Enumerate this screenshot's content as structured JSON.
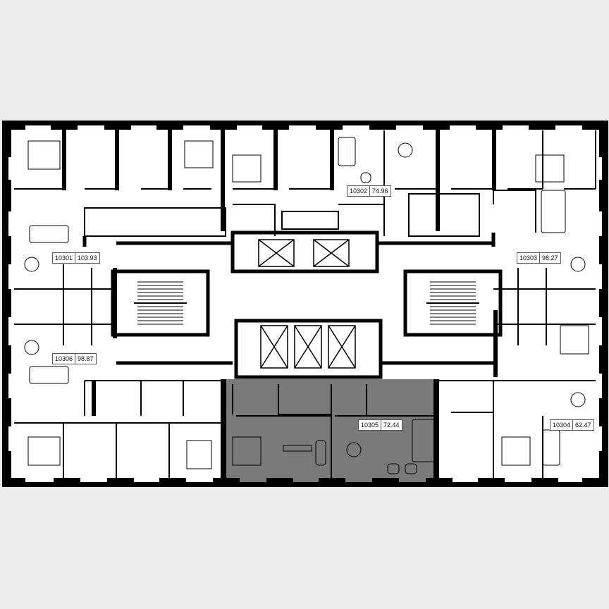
{
  "apartments": [
    {
      "number": "10301",
      "area": "103.93",
      "highlighted": false
    },
    {
      "number": "10302",
      "area": "74.96",
      "highlighted": false
    },
    {
      "number": "10303",
      "area": "98.27",
      "highlighted": false
    },
    {
      "number": "10304",
      "area": "62.47",
      "highlighted": false
    },
    {
      "number": "10305",
      "area": "72.44",
      "highlighted": true
    },
    {
      "number": "10306",
      "area": "98.87",
      "highlighted": false
    }
  ],
  "colors": {
    "background": "#ececec",
    "floor": "#ffffff",
    "wall": "#000000",
    "highlight": "#7a7a7a"
  }
}
